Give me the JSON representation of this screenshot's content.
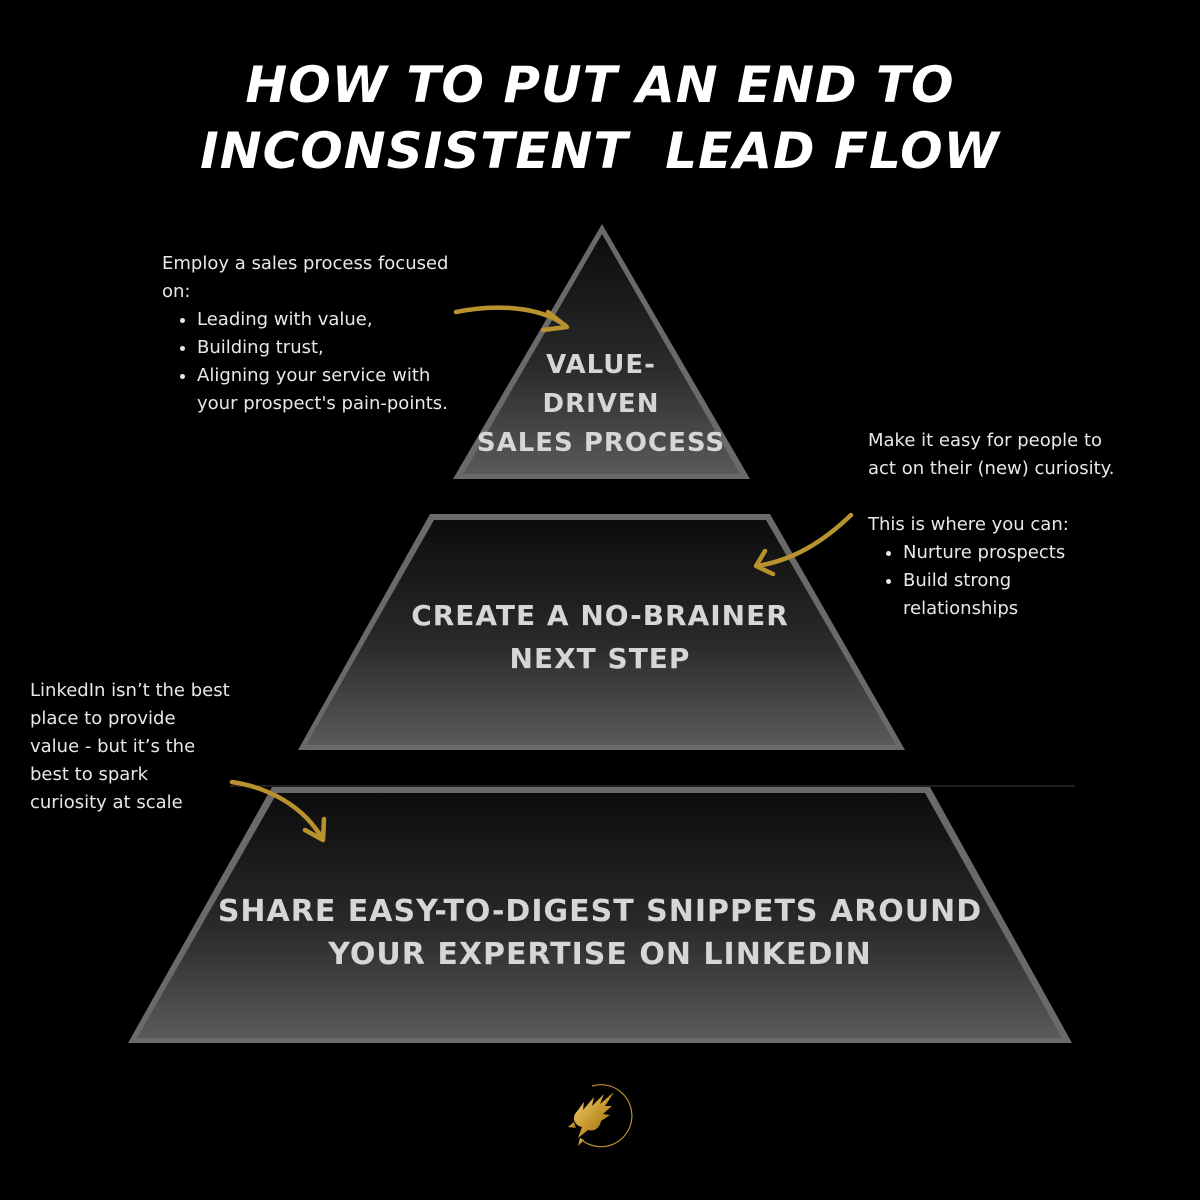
{
  "title": {
    "line1": "HOW TO PUT AN END TO",
    "line2": "INCONSISTENT  LEAD FLOW"
  },
  "tiers": [
    {
      "lines": [
        "VALUE-",
        "DRIVEN",
        "SALES PROCESS"
      ]
    },
    {
      "lines": [
        "CREATE A NO-BRAINER",
        "NEXT STEP"
      ]
    },
    {
      "lines": [
        "SHARE EASY-TO-DIGEST SNIPPETS AROUND",
        "YOUR EXPERTISE ON LINKEDIN"
      ]
    }
  ],
  "notes": {
    "top_left": {
      "intro": "Employ a sales process focused on:",
      "bullets": [
        "Leading with value,",
        "Building trust,",
        "Aligning your service with your prospect's pain-points."
      ]
    },
    "right": {
      "intro": "Make it easy for people to act on their (new) curiosity.",
      "intro2": "This is where you can:",
      "bullets": [
        "Nurture prospects",
        "Build strong relationships"
      ]
    },
    "bottom_left": {
      "text": "LinkedIn isn’t the best place to provide value - but it’s the best to spark curiosity at scale"
    }
  },
  "colors": {
    "background": "#000000",
    "accent": "#b8922e",
    "tier_text": "#d6d6d6"
  },
  "icons": {
    "logo": "golden-eagle-logo-icon",
    "arrows": "curved-gold-arrow-icon"
  }
}
